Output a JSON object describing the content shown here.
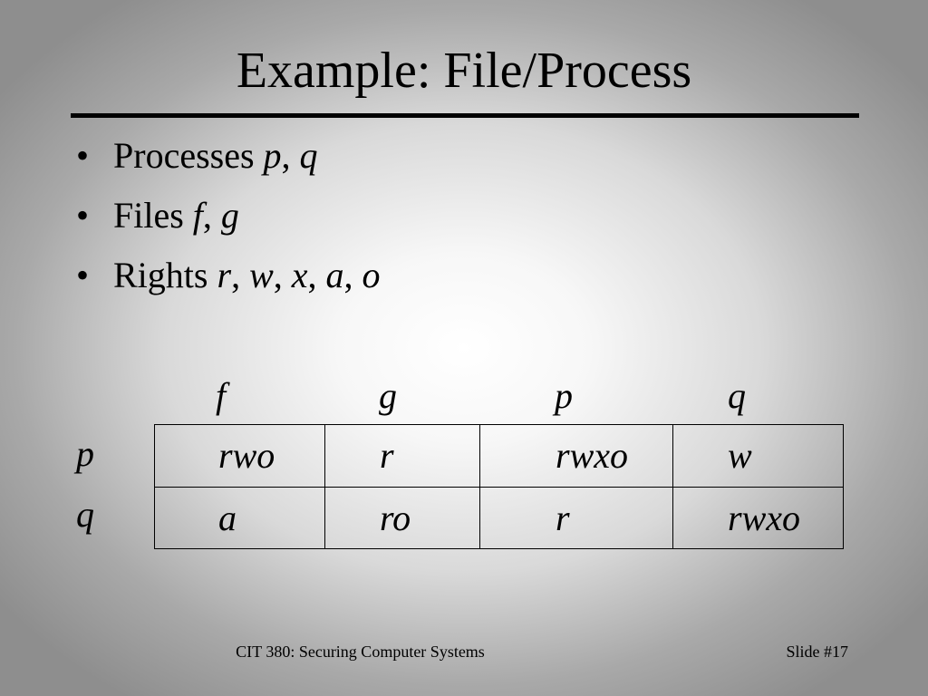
{
  "title": "Example: File/Process",
  "bullets": [
    {
      "label": "Processes",
      "vars": [
        "p",
        "q"
      ]
    },
    {
      "label": "Files",
      "vars": [
        "f",
        "g"
      ]
    },
    {
      "label": "Rights",
      "vars": [
        "r",
        "w",
        "x",
        "a",
        "o"
      ]
    }
  ],
  "bullet_symbol": "•",
  "separator": ",",
  "matrix": {
    "columns": [
      "f",
      "g",
      "p",
      "q"
    ],
    "rows": [
      {
        "label": "p",
        "cells": [
          "rwo",
          "r",
          "rwxo",
          "w"
        ]
      },
      {
        "label": "q",
        "cells": [
          "a",
          "ro",
          "r",
          "rwxo"
        ]
      }
    ]
  },
  "footer": {
    "course": "CIT 380: Securing Computer Systems",
    "slide": "Slide #17"
  }
}
